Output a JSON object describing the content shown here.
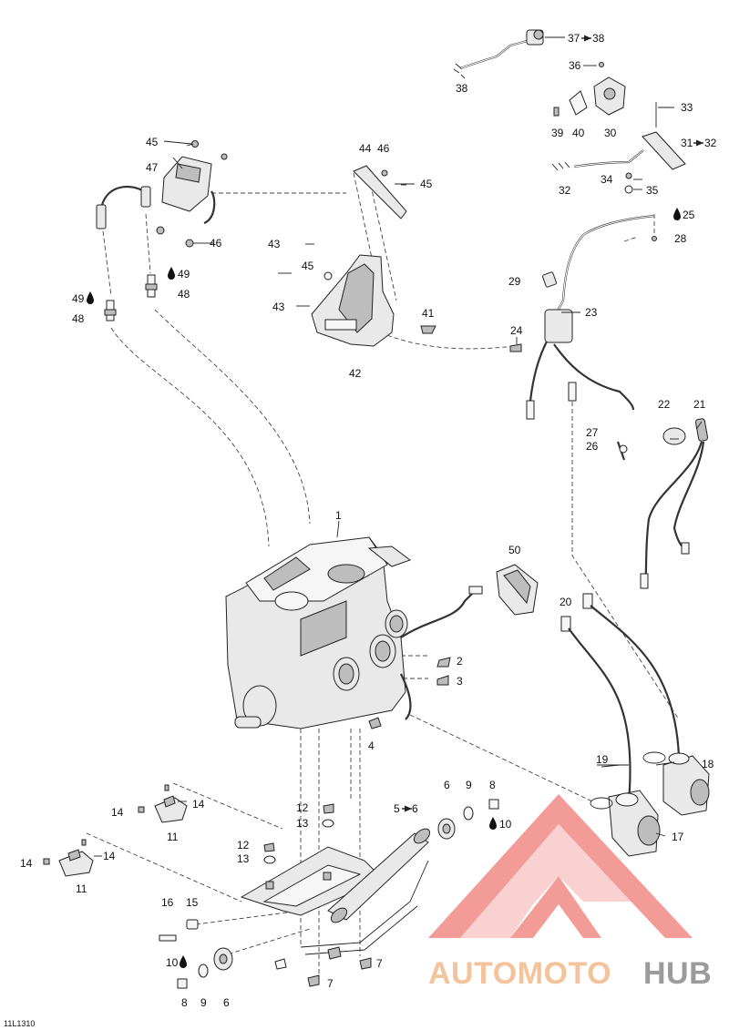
{
  "figure_id": "11L1310",
  "callouts": {
    "c1": "1",
    "c2": "2",
    "c3": "3",
    "c4": "4",
    "c5": "5",
    "c5to": "6",
    "c6a": "6",
    "c6b": "6",
    "c7a": "7",
    "c7b": "7",
    "c8a": "8",
    "c8b": "8",
    "c9a": "9",
    "c9b": "9",
    "c10a": "10",
    "c10b": "10",
    "c11a": "11",
    "c11b": "11",
    "c12a": "12",
    "c12b": "12",
    "c13a": "13",
    "c13b": "13",
    "c14a": "14",
    "c14b": "14",
    "c14c": "14",
    "c14d": "14",
    "c15": "15",
    "c16": "16",
    "c17": "17",
    "c18": "18",
    "c19": "19",
    "c20": "20",
    "c21": "21",
    "c22": "22",
    "c23": "23",
    "c24": "24",
    "c25": "25",
    "c26": "26",
    "c27": "27",
    "c28": "28",
    "c29": "29",
    "c30": "30",
    "c31": "31",
    "c31to": "32",
    "c32": "32",
    "c33": "33",
    "c34": "34",
    "c35": "35",
    "c36": "36",
    "c37": "37",
    "c37to": "38",
    "c38": "38",
    "c39": "39",
    "c40": "40",
    "c41": "41",
    "c42": "42",
    "c43a": "43",
    "c43b": "43",
    "c44": "44",
    "c45a": "45",
    "c45b": "45",
    "c45c": "45",
    "c46a": "46",
    "c46b": "46",
    "c47": "47",
    "c48a": "48",
    "c48b": "48",
    "c49a": "49",
    "c49b": "49",
    "c50": "50"
  },
  "watermark": {
    "word_part1": "AUTOMOTO",
    "word_part2": "HUB",
    "colors": {
      "triangle": "#f08a86",
      "part1": "#f2b98a",
      "part2": "#8a8a8a"
    }
  },
  "icons": {
    "arrow": "right-arrow-icon",
    "drop": "liquid-drop-icon"
  }
}
